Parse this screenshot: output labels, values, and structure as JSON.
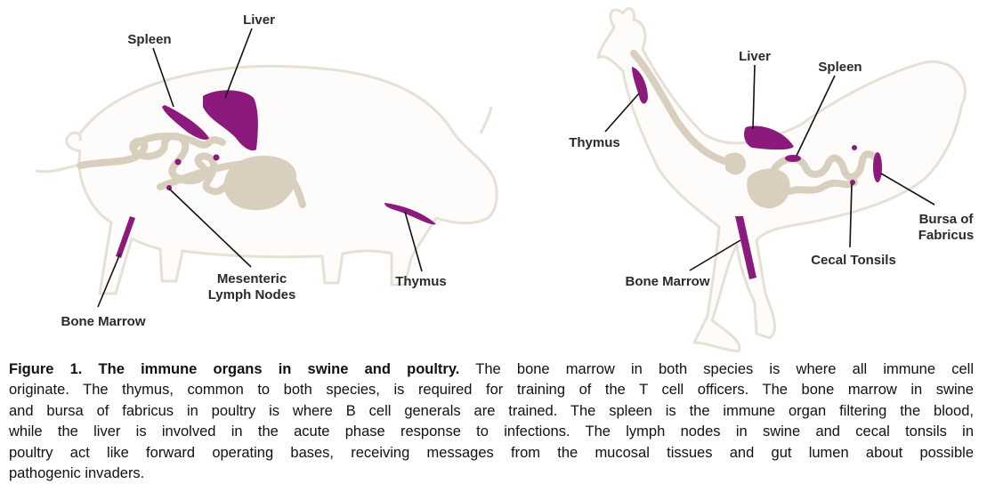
{
  "figure": {
    "swine_labels": {
      "liver": "Liver",
      "spleen": "Spleen",
      "mesenteric_1": "Mesenteric",
      "mesenteric_2": "Lymph Nodes",
      "thymus": "Thymus",
      "bone_marrow": "Bone Marrow"
    },
    "poultry_labels": {
      "liver": "Liver",
      "spleen": "Spleen",
      "thymus": "Thymus",
      "bursa_1": "Bursa of",
      "bursa_2": "Fabricus",
      "cecal_tonsils": "Cecal Tonsils",
      "bone_marrow": "Bone Marrow"
    },
    "colors": {
      "organ": "#8c1a7c",
      "gut": "#d8cfbf",
      "outline": "#e6e0d6"
    }
  },
  "caption": {
    "title": "Figure 1. The immune organs in swine and poultry.",
    "lines": [
      " The bone marrow in both species is where all immune cell",
      "originate. The thymus, common to both species, is required for training of the T cell officers. The bone marrow in swine",
      "and bursa of fabricus in poultry is where B cell generals are trained. The spleen is the immune organ filtering the blood,",
      "while the liver is involved in the acute phase response to infections. The lymph nodes in swine and cecal tonsils in",
      "poultry act like forward operating bases, receiving messages from the mucosal tissues and gut lumen about possible",
      "pathogenic invaders."
    ]
  }
}
